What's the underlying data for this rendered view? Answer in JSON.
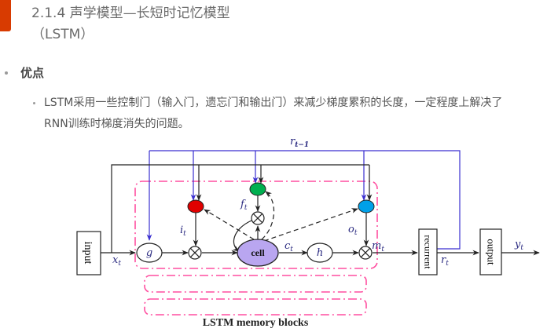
{
  "slide": {
    "accent_color": "#d83b01",
    "title_line1": "2.1.4 声学模型—长短时记忆模型",
    "title_line2": "（LSTM）"
  },
  "content": {
    "bullet_heading": "优点",
    "sub_bullet_line1": "LSTM采用一些控制门（输入门，遗忘门和输出门）来减少梯度累积的长度，一定程度上解决了",
    "sub_bullet_line2": "RNN训练时梯度消失的问题。"
  },
  "diagram": {
    "boxes": {
      "input": "input",
      "recurrent": "recurrent",
      "output": "output"
    },
    "nodes": {
      "g": "g",
      "cell": "cell",
      "h": "h"
    },
    "labels": {
      "x_t": "x",
      "x_sub": "t",
      "i_t": "i",
      "i_sub": "t",
      "f_t": "f",
      "f_sub": "t",
      "o_t": "o",
      "o_sub": "t",
      "c_t": "c",
      "c_sub": "t",
      "m_t": "m",
      "m_sub": "t",
      "r_t": "r",
      "r_sub": "t",
      "y_t": "y",
      "y_sub": "t",
      "r_prev": "r",
      "r_prev_sub": "t−1"
    },
    "caption": "LSTM memory blocks",
    "colors": {
      "input_gate": "#e00000",
      "forget_gate": "#00b050",
      "output_gate": "#00a0e8",
      "cell": "#b9a6f0",
      "recurrent_line": "#3a2fd0",
      "block_border": "#ff4fa0"
    }
  }
}
